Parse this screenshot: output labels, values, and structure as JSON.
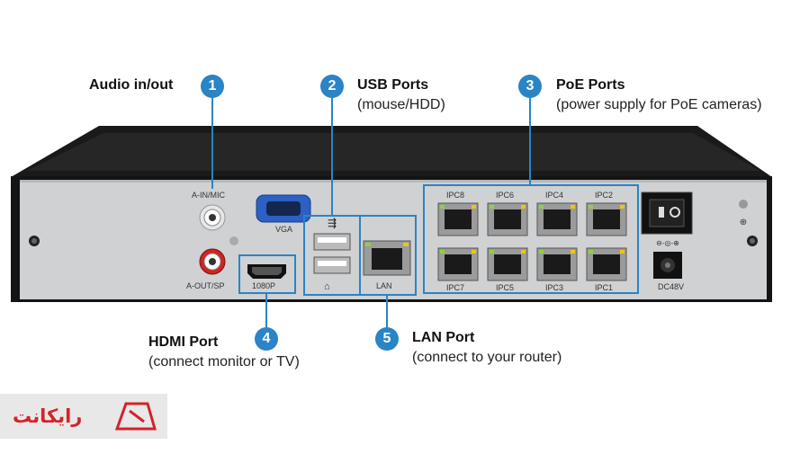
{
  "callouts": [
    {
      "number": "1",
      "title": "Audio in/out",
      "subtitle": ""
    },
    {
      "number": "2",
      "title": "USB Ports",
      "subtitle": "(mouse/HDD)"
    },
    {
      "number": "3",
      "title": "PoE Ports",
      "subtitle": "(power supply for PoE cameras)"
    },
    {
      "number": "4",
      "title": "HDMI Port",
      "subtitle": "(connect monitor or TV)"
    },
    {
      "number": "5",
      "title": "LAN Port",
      "subtitle": "(connect to your router)"
    }
  ],
  "panel_labels": {
    "audio_in": "A-IN/MIC",
    "audio_out": "A-OUT/SP",
    "vga": "VGA",
    "hdmi": "1080P",
    "lan": "LAN",
    "power": "DC48V",
    "ipc_top": [
      "IPC8",
      "IPC6",
      "IPC4",
      "IPC2"
    ],
    "ipc_bottom": [
      "IPC7",
      "IPC5",
      "IPC3",
      "IPC1"
    ]
  },
  "watermark": {
    "text": "رایکانت"
  },
  "colors": {
    "accent": "#2a84c6",
    "chassis": "#1d1d1d",
    "panel": "#cfd1d3",
    "brand": "#d2232a"
  }
}
